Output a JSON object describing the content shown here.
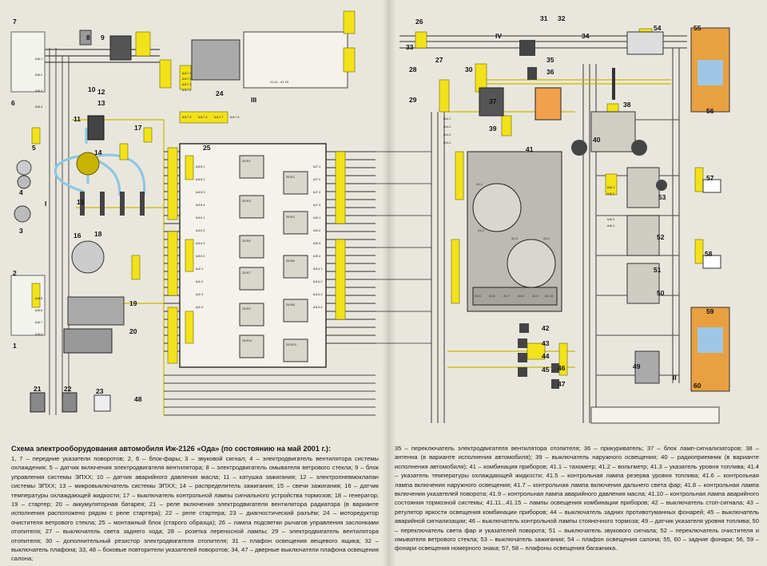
{
  "title": "Схема электрооборудования автомобиля Иж-2126 «Ода» (по состоянию на май 2001 г.):",
  "legend_left": "1, 7 – передние указатели поворотов; 2, 6 – блок-фары; 3 – звуковой сигнал; 4 – электродвигатель вентилятора системы охлаждения; 5 – датчик включения электродвигателя вентилятора; 8 – электродвигатель омывателя ветрового стекла; 9 – блок управления системы ЭПХХ; 10 – датчик аварийного давления масла; 11 – катушка зажигания; 12 – электропневмоклапан системы ЭПХХ; 13 – микровыключатель системы ЭПХХ; 14 – распределитель зажигания; 15 – свечи зажигания; 16 – датчик температуры охлаждающей жидкости; 17 – выключатель контрольной лампы сигнального устройства тормозов; 18 – генератор; 19 – стартер; 20 – аккумуляторная батарея; 21 – реле включения электродвигателя вентилятора радиатора (в варианте исполнения расположено рядом с реле стартера); 22 – реле стартера; 23 – диагностический разъём; 24 – моторедуктор очистителя ветрового стекла; 25 – монтажный блок (старого образца); 26 – лампа подсветки рычагов управления заслонками отопителя; 27 – выключатель света заднего хода; 28 – розетка переносной лампы; 29 – электродвигатель вентилятора отопителя; 30 – дополнительный резистор электродвигателя отопителя; 31 – плафон освещения вещевого ящика; 32 – выключатель плафона; 33, 48 – боковые повторители указателей поворотов; 34, 47 – дверные выключатели плафона освещения салона;",
  "legend_right": "35 – переключатель электродвигателя вентилятора отопителя; 36 – прикуриватель; 37 – блок ламп-сигнализаторов; 38 – антенна (в варианте исполнения автомобиля); 39 – выключатель наружного освещения; 40 – радиоприемник (в варианте исполнения автомобиля); 41 – комбинация приборов; 41.1 – тахометр; 41.2 – вольтметр; 41.3 – указатель уровня топлива; 41.4 – указатель температуры охлаждающей жидкости; 41.5 – контрольная лампа резерва уровня топлива; 41.6 – контрольная лампа включения наружного освещения; 41.7 – контрольная лампа включения дальнего света фар; 41.8 – контрольная лампа включения указателей поворота; 41.9 – контрольная лампа аварийного давления масла; 41.10 – контрольная лампа аварийного состояния тормозной системы; 41.11...41.15 – лампы освещения комбинации приборов; 42 – выключатель стоп-сигнала; 43 – регулятор яркости освещения комбинации приборов; 44 – выключатель задних противотуманных фонарей; 45 – выключатель аварийной сигнализации; 46 – выключатель контрольной лампы стояночного тормоза; 49 – датчик указателя уровня топлива; 50 – переключатель света фар и указателей поворота; 51 – выключатель звукового сигнала; 52 – переключатель очистителя и омывателя ветрового стекла; 53 – выключатель зажигания; 54 – плафон освещения салона; 55, 60 – задние фонари; 56, 59 – фонари освещения номерного знака; 57, 58 – плафоны освещения багажника.",
  "labels": {
    "n1": "1",
    "n2": "2",
    "n3": "3",
    "n4": "4",
    "n5": "5",
    "n6": "6",
    "n7": "7",
    "n8": "8",
    "n9": "9",
    "n10": "10",
    "n11": "11",
    "n12": "12",
    "n13": "13",
    "n14": "14",
    "n15": "15",
    "n16": "16",
    "n17": "17",
    "n18": "18",
    "n19": "19",
    "n20": "20",
    "n21": "21",
    "n22": "22",
    "n23": "23",
    "n24": "24",
    "n25": "25",
    "n26": "26",
    "n27": "27",
    "n28": "28",
    "n29": "29",
    "n30": "30",
    "n31": "31",
    "n32": "32",
    "n33": "33",
    "n34": "34",
    "n35": "35",
    "n36": "36",
    "n37": "37",
    "n38": "38",
    "n39": "39",
    "n40": "40",
    "n41": "41",
    "n42": "42",
    "n43": "43",
    "n44": "44",
    "n45": "45",
    "n46": "46",
    "n47": "47",
    "n48": "48",
    "n49": "49",
    "n50": "50",
    "n51": "51",
    "n52": "52",
    "n53": "53",
    "n54": "54",
    "n55": "55",
    "n56": "56",
    "n57": "57",
    "n58": "58",
    "n59": "59",
    "n60": "60",
    "roman1": "I",
    "roman2": "II",
    "roman3": "III",
    "roman4": "IV",
    "r1": "25.R1",
    "r2": "25.R2",
    "r3": "25.R3",
    "r4": "25.R4",
    "r5": "25.R5",
    "r6": "25.R6",
    "r7": "25.R7",
    "r8": "25.R8",
    "r9": "25.R9",
    "r10": "25.R10",
    "r11": "25.R11",
    "i1": "41.1",
    "i2": "41.2",
    "i3": "41.3",
    "i4": "41.4",
    "i5": "41.5",
    "i6": "41.6",
    "i7": "41.7",
    "i8": "41.8",
    "i9": "41.9",
    "i10": "41.10",
    "lamps": "41.11...41.15",
    "w1": "Ш8.1",
    "w2": "Ш8.2",
    "w3": "Ш8.3",
    "w4": "Ш8.4",
    "w5": "Ш8.5",
    "w6": "Ш8.6",
    "w7": "Ш8.7",
    "w8": "Ш8.8",
    "w9": "Ш17.1",
    "w10": "Ш17.2",
    "w11": "Ш17.3",
    "w12": "Ш17.4",
    "w13": "Ш17.5",
    "w14": "Ш17.6",
    "w15": "Ш17.7",
    "w16": "Ш17.8",
    "w17": "Ш15.1",
    "w18": "Ш15.2",
    "w19": "Ш15.3",
    "w20": "Ш15.4",
    "w21": "Ш10.1",
    "w22": "Ш10.2",
    "w23": "Ш10.3",
    "w24": "Ш10.4",
    "w25": "Ш2.1",
    "w26": "Ш2.2",
    "w27": "Ш2.3",
    "w28": "Ш2.4",
    "w29": "Ш7.1",
    "w30": "Ш7.2",
    "w31": "Ш7.3",
    "w32": "Ш7.4",
    "w33": "Ш9.1",
    "w34": "Ш9.2",
    "w35": "Ш9.3",
    "w36": "Ш9.4",
    "w37": "Ш14.1",
    "w38": "Ш14.2",
    "w39": "Ш14.3",
    "w40": "Ш14.4",
    "w41": "Ш4.1",
    "w42": "Ш4.2",
    "w43": "Ш4.3",
    "w44": "Ш4.4",
    "w45": "Ш6.1",
    "w46": "Ш6.2",
    "w47": "Ш6.3",
    "w48": "Ш6.4"
  }
}
